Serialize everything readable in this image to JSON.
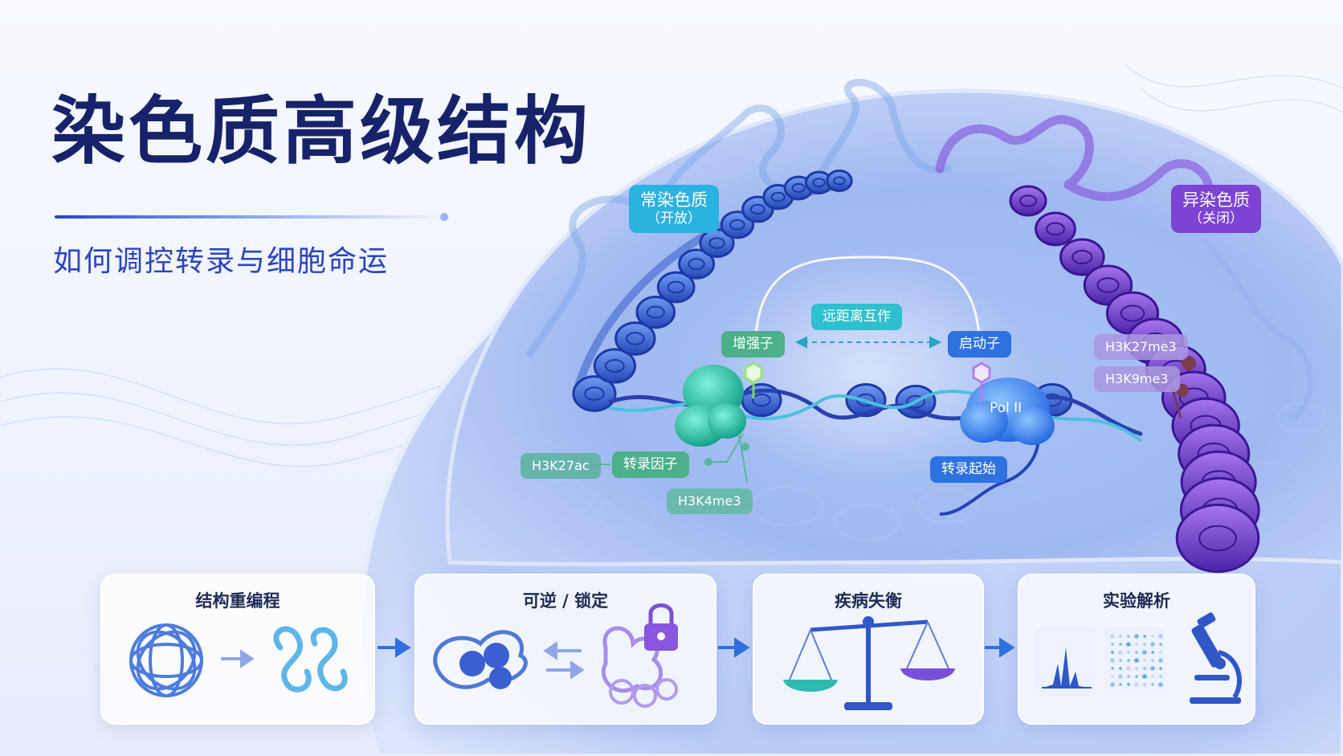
{
  "header": {
    "title": "染色质高级结构",
    "subtitle": "如何调控转录与细胞命运"
  },
  "regions": {
    "euchromatin": {
      "label": "常染色质",
      "sub": "（开放）",
      "color": "#2bb2e0"
    },
    "heterochromatin": {
      "label": "异染色质",
      "sub": "（关闭）",
      "color": "#7c43d4"
    }
  },
  "labels": {
    "long_range": "远距离互作",
    "enhancer": "增强子",
    "promoter": "启动子",
    "h3k27ac": "H3K27ac",
    "tf": "转录因子",
    "h3k4me3": "H3K4me3",
    "pol2": "Pol II",
    "tx_start": "转录起始",
    "h3k27me3": "H3K27me3",
    "h3k9me3": "H3K9me3"
  },
  "panels": [
    {
      "title": "结构重编程"
    },
    {
      "title": "可逆 / 锁定"
    },
    {
      "title": "疾病失衡"
    },
    {
      "title": "实验解析"
    }
  ],
  "colors": {
    "title": "#16236a",
    "subtitle": "#2b45bf",
    "euchromatin_fiber": "#3a6fd8",
    "heterochromatin_fiber": "#6a3ec9",
    "tf_blob": "#22c3a6",
    "pol2_blob": "#3a8ff0"
  },
  "icons": [
    "lock-icon",
    "balance-scale-icon",
    "microscope-icon",
    "spectrum-chart-icon",
    "dot-matrix-icon",
    "arrow-right-icon",
    "double-arrow-icon"
  ]
}
